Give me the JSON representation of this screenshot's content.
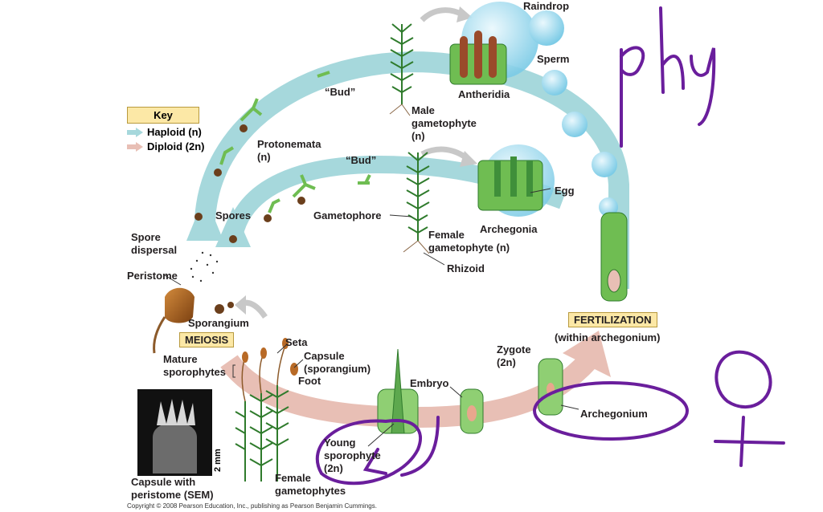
{
  "labels": {
    "raindrop": "Raindrop",
    "sperm": "Sperm",
    "antheridia": "Antheridia",
    "bud_top": "“Bud”",
    "male_gametophyte": [
      "Male",
      "gametophyte",
      "(n)"
    ],
    "protonemata": [
      "Protonemata",
      "(n)"
    ],
    "bud_mid": "“Bud”",
    "egg": "Egg",
    "spores": "Spores",
    "gametophore": "Gametophore",
    "archegonia": "Archegonia",
    "female_gametophyte": [
      "Female",
      "gametophyte (n)"
    ],
    "rhizoid": "Rhizoid",
    "spore_dispersal": [
      "Spore",
      "dispersal"
    ],
    "peristome": "Peristome",
    "sporangium": "Sporangium",
    "fertilization": "FERTILIZATION",
    "within_archegonium": "(within archegonium)",
    "meiosis": "MEIOSIS",
    "seta": "Seta",
    "capsule": [
      "Capsule",
      "(sporangium)"
    ],
    "foot": "Foot",
    "zygote": [
      "Zygote",
      "(2n)"
    ],
    "mature_sporophytes": [
      "Mature",
      "sporophytes"
    ],
    "embryo": "Embryo",
    "archegonium": "Archegonium",
    "young_sporophyte": [
      "Young",
      "sporophyte",
      "(2n)"
    ],
    "female_gametophytes": [
      "Female",
      "gametophytes"
    ],
    "capsule_with_peristome": [
      "Capsule with",
      "peristome (SEM)"
    ],
    "scale": "2 mm",
    "copyright": "Copyright © 2008 Pearson Education, Inc., publishing as Pearson Benjamin Cummings."
  },
  "key": {
    "title": "Key",
    "haploid": "Haploid (n)",
    "diploid": "Diploid (2n)"
  },
  "annotations": {
    "handwriting": "phy"
  },
  "colors": {
    "haploid_arrow": "#a6d8dc",
    "diploid_arrow": "#e8bfb5",
    "plant_green": "#3f9a3a",
    "pen": "#6a1e9c",
    "key_box": "#fce8a6"
  }
}
